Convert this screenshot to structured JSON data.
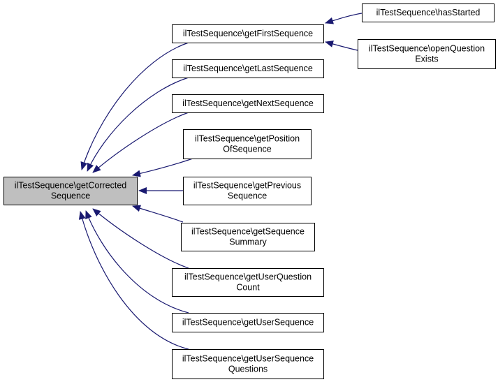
{
  "colors": {
    "edge": "#191970",
    "node_fill": "#ffffff",
    "node_stroke": "#000000",
    "focus_fill": "#bfbfbf",
    "text": "#000000",
    "background": "#ffffff"
  },
  "nodes": [
    {
      "id": "getCorrectedSequence",
      "lines": [
        "ilTestSequence\\getCorrected",
        "Sequence"
      ],
      "focus": true
    },
    {
      "id": "getFirstSequence",
      "lines": [
        "ilTestSequence\\getFirstSequence"
      ]
    },
    {
      "id": "getLastSequence",
      "lines": [
        "ilTestSequence\\getLastSequence"
      ]
    },
    {
      "id": "getNextSequence",
      "lines": [
        "ilTestSequence\\getNextSequence"
      ]
    },
    {
      "id": "getPositionOfSequence",
      "lines": [
        "ilTestSequence\\getPosition",
        "OfSequence"
      ]
    },
    {
      "id": "getPreviousSequence",
      "lines": [
        "ilTestSequence\\getPrevious",
        "Sequence"
      ]
    },
    {
      "id": "getSequenceSummary",
      "lines": [
        "ilTestSequence\\getSequence",
        "Summary"
      ]
    },
    {
      "id": "getUserQuestionCount",
      "lines": [
        "ilTestSequence\\getUserQuestion",
        "Count"
      ]
    },
    {
      "id": "getUserSequence",
      "lines": [
        "ilTestSequence\\getUserSequence"
      ]
    },
    {
      "id": "getUserSequenceQuestions",
      "lines": [
        "ilTestSequence\\getUserSequence",
        "Questions"
      ]
    },
    {
      "id": "hasStarted",
      "lines": [
        "ilTestSequence\\hasStarted"
      ]
    },
    {
      "id": "openQuestionExists",
      "lines": [
        "ilTestSequence\\openQuestion",
        "Exists"
      ]
    }
  ],
  "edges": [
    {
      "from": "getFirstSequence",
      "to": "getCorrectedSequence"
    },
    {
      "from": "getLastSequence",
      "to": "getCorrectedSequence"
    },
    {
      "from": "getNextSequence",
      "to": "getCorrectedSequence"
    },
    {
      "from": "getPositionOfSequence",
      "to": "getCorrectedSequence"
    },
    {
      "from": "getPreviousSequence",
      "to": "getCorrectedSequence"
    },
    {
      "from": "getSequenceSummary",
      "to": "getCorrectedSequence"
    },
    {
      "from": "getUserQuestionCount",
      "to": "getCorrectedSequence"
    },
    {
      "from": "getUserSequence",
      "to": "getCorrectedSequence"
    },
    {
      "from": "getUserSequenceQuestions",
      "to": "getCorrectedSequence"
    },
    {
      "from": "hasStarted",
      "to": "getFirstSequence"
    },
    {
      "from": "openQuestionExists",
      "to": "getFirstSequence"
    }
  ]
}
